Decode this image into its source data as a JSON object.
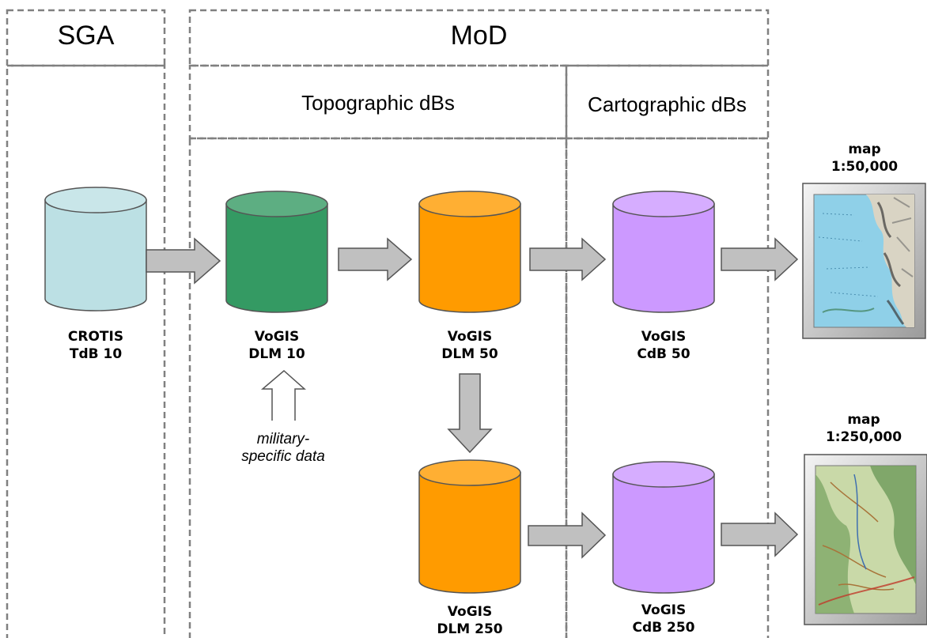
{
  "headers": {
    "sga": "SGA",
    "mod": "MoD",
    "topographic": "Topographic dBs",
    "cartographic": "Cartographic dBs"
  },
  "databases": {
    "crotis": {
      "line1": "CROTIS",
      "line2": "TdB 10",
      "color": "#bce0e4"
    },
    "dlm10": {
      "line1": "VoGIS",
      "line2": "DLM 10",
      "color": "#349a63"
    },
    "dlm50": {
      "line1": "VoGIS",
      "line2": "DLM 50",
      "color": "#ff9b00"
    },
    "cdb50": {
      "line1": "VoGIS",
      "line2": "CdB 50",
      "color": "#cc99ff"
    },
    "dlm250": {
      "line1": "VoGIS",
      "line2": "DLM 250",
      "color": "#ff9b00"
    },
    "cdb250": {
      "line1": "VoGIS",
      "line2": "CdB 250",
      "color": "#cc99ff"
    }
  },
  "maps": {
    "map50": {
      "line1": "map",
      "line2": "1:50,000"
    },
    "map250": {
      "line1": "map",
      "line2": "1:250,000"
    }
  },
  "military_note": {
    "line1": "military-",
    "line2": "specific data"
  },
  "colors": {
    "arrow_fill": "#c0c0c0",
    "dashed_border": "#808080"
  }
}
